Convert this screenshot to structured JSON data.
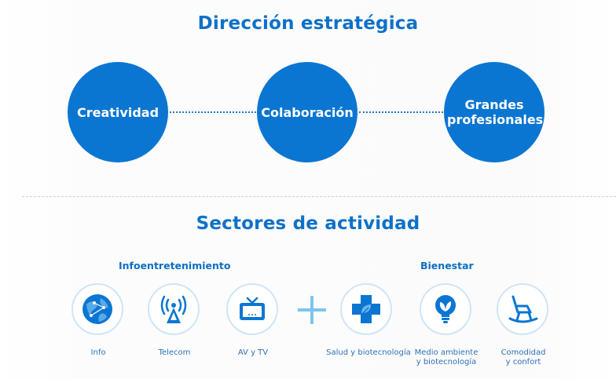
{
  "strategy": {
    "title": "Dirección estratégica",
    "pillars": [
      "Creatividad",
      "Colaboración",
      "Grandes profesionales"
    ]
  },
  "sectors": {
    "title": "Sectores de actividad",
    "groups": [
      "Infoentretenimiento",
      "Bienestar"
    ],
    "items": [
      {
        "label": "Info",
        "icon": "globe-icon"
      },
      {
        "label": "Telecom",
        "icon": "antenna-icon"
      },
      {
        "label": "AV y TV",
        "icon": "tv-icon"
      },
      {
        "label": "Salud y biotecnología",
        "icon": "medical-cross-icon"
      },
      {
        "label": "Medio ambiente y biotecnología",
        "icon": "eco-bulb-icon"
      },
      {
        "label": "Comodidad y confort",
        "icon": "rocking-chair-icon"
      }
    ]
  },
  "colors": {
    "brand_blue": "#0b76d2",
    "heading_blue": "#0d71c8",
    "icon_ring": "#cfe5f7",
    "plus_light_blue": "#7fc4ee"
  }
}
